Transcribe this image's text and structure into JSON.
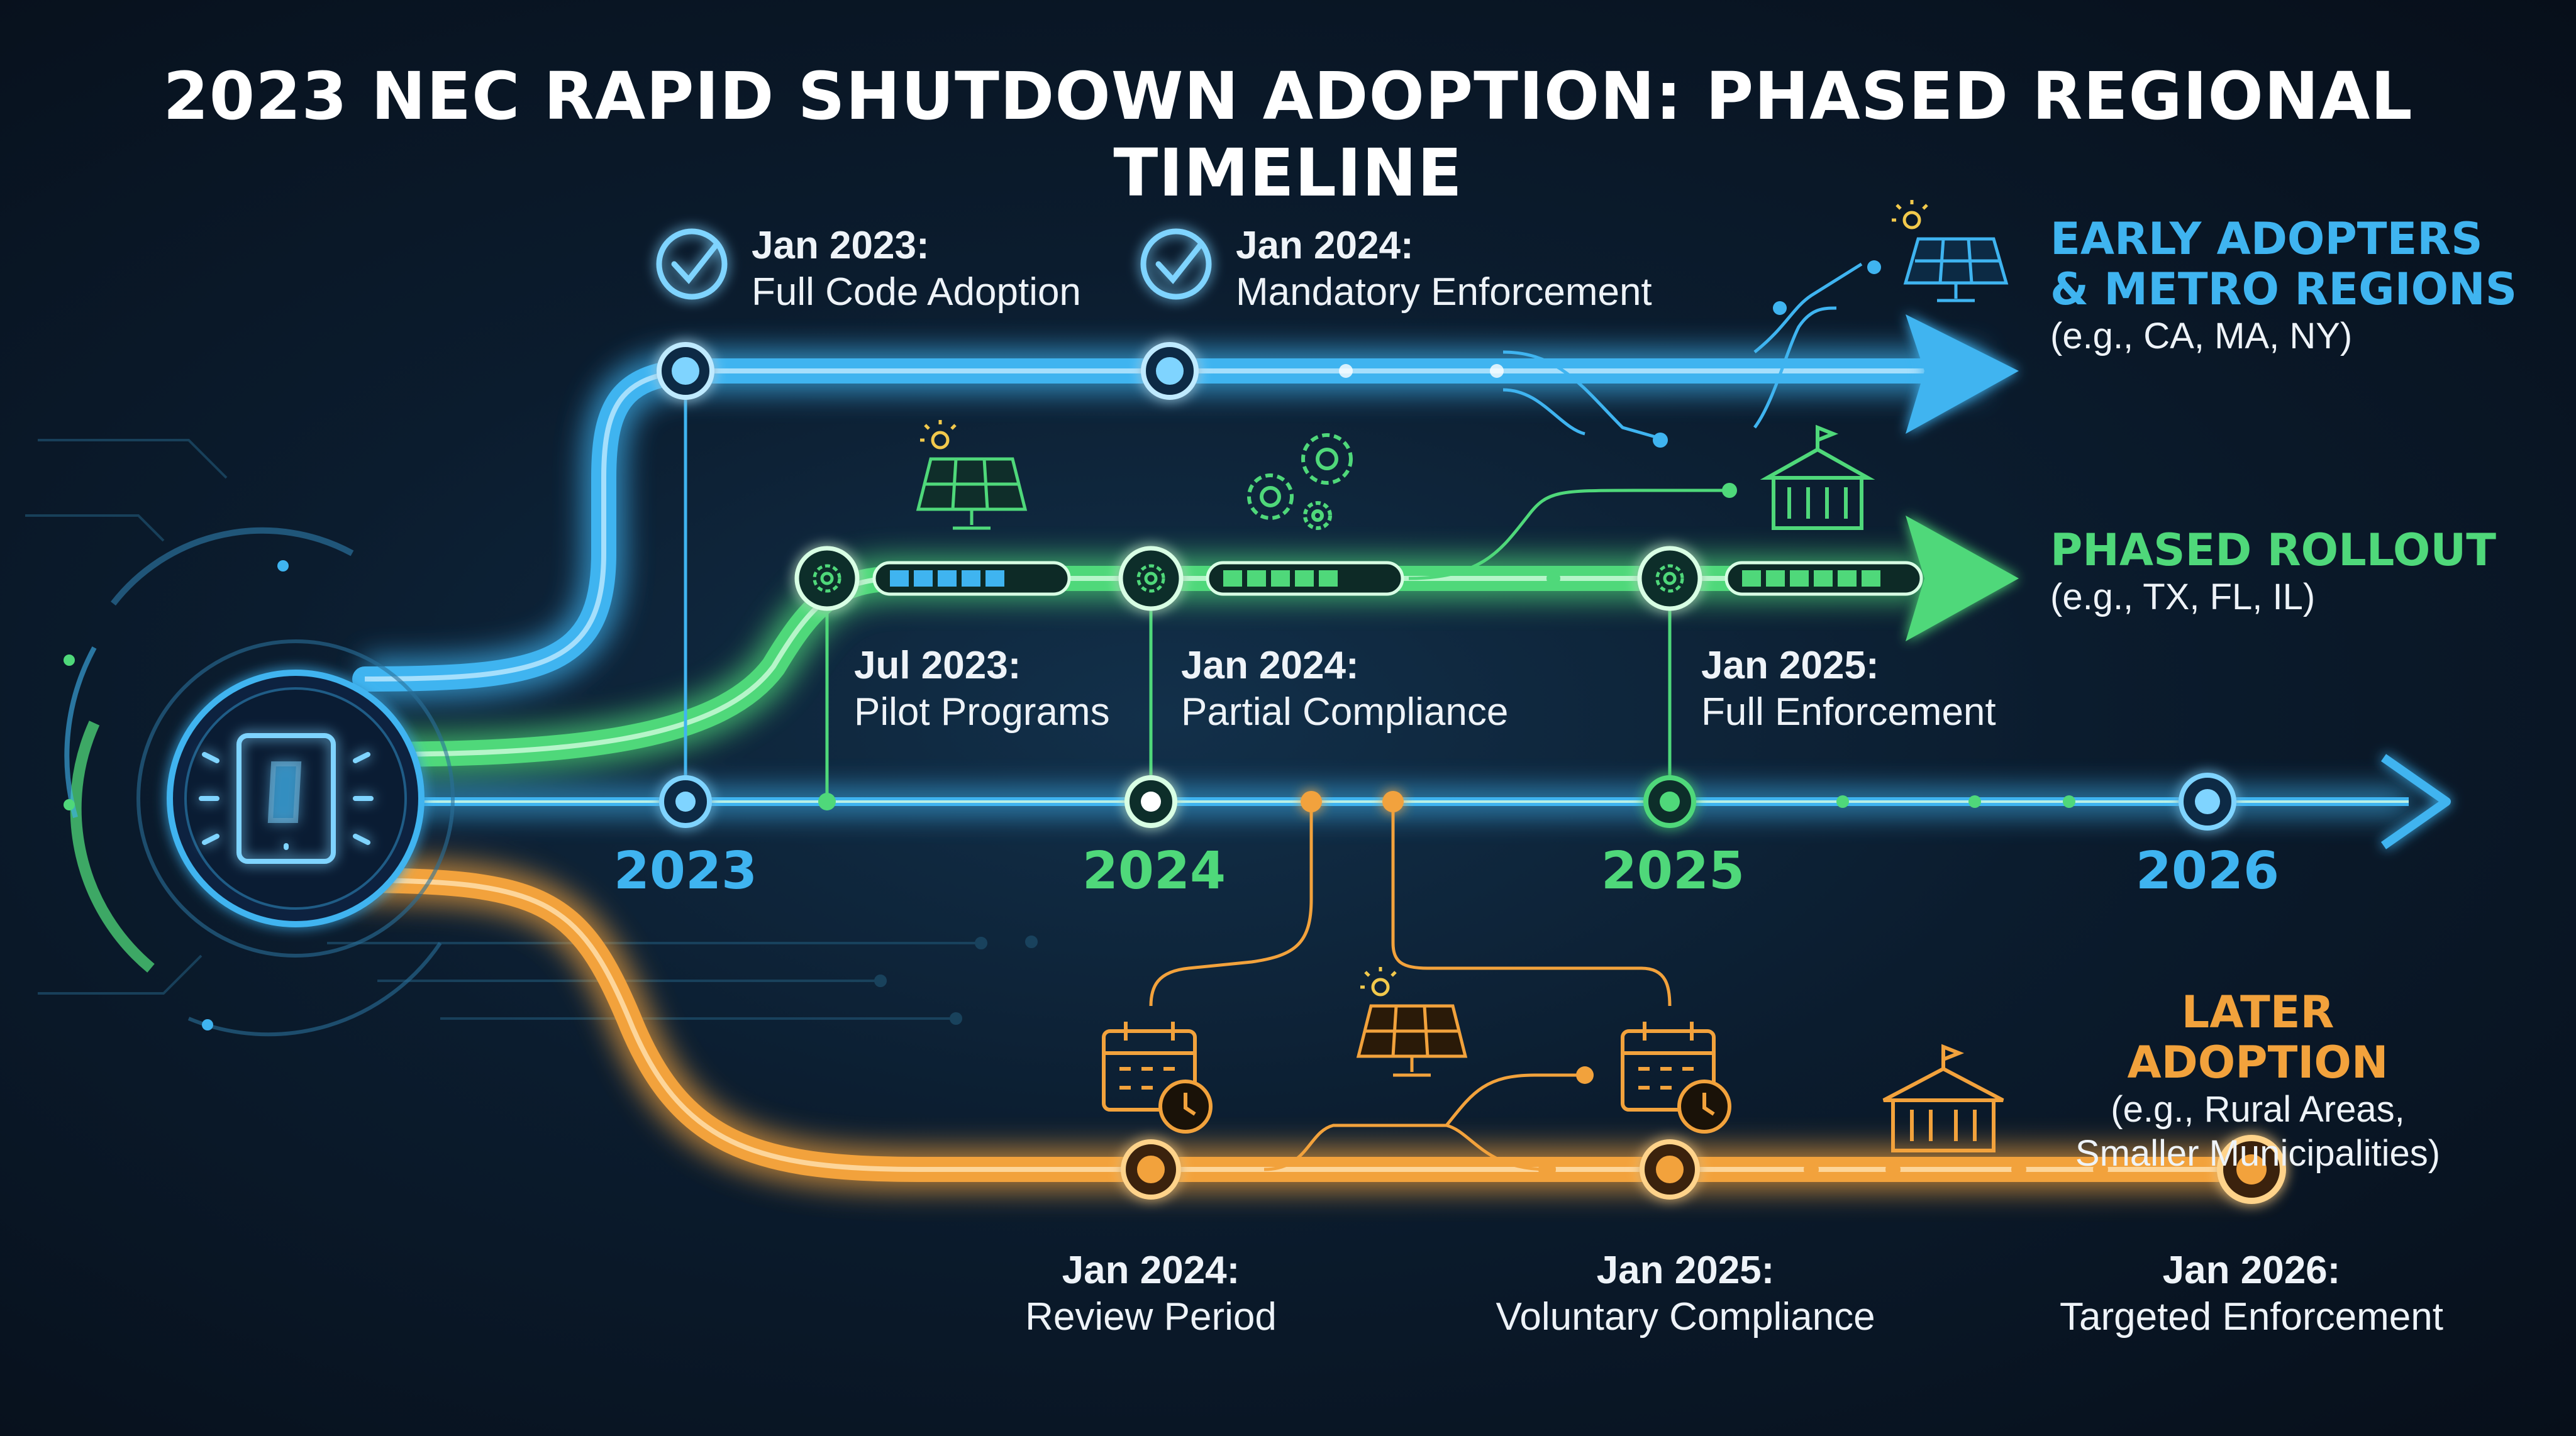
{
  "title": "2023 NEC RAPID SHUTDOWN ADOPTION: PHASED REGIONAL TIMELINE",
  "colors": {
    "blue": "#3fb4f0",
    "green": "#4fd87a",
    "orange": "#f2a23c",
    "background": "#0b1c2e",
    "text": "#eef3f8"
  },
  "groups": {
    "early": {
      "heading_line1": "EARLY ADOPTERS",
      "heading_line2": "& METRO REGIONS",
      "examples": "(e.g., CA, MA, NY)"
    },
    "phased": {
      "heading": "PHASED ROLLOUT",
      "examples": "(e.g., TX, FL, IL)"
    },
    "later": {
      "heading": "LATER ADOPTION",
      "examples_line1": "(e.g., Rural Areas,",
      "examples_line2": "Smaller Municipalities)"
    }
  },
  "years": [
    "2023",
    "2024",
    "2025",
    "2026"
  ],
  "milestones": {
    "early": [
      {
        "date": "Jan 2023:",
        "text": "Full Code Adoption"
      },
      {
        "date": "Jan 2024:",
        "text": "Mandatory Enforcement"
      }
    ],
    "phased": [
      {
        "date": "Jul 2023:",
        "text": "Pilot Programs"
      },
      {
        "date": "Jan 2024:",
        "text": "Partial Compliance"
      },
      {
        "date": "Jan 2025:",
        "text": "Full Enforcement"
      }
    ],
    "later": [
      {
        "date": "Jan 2024:",
        "text": "Review Period"
      },
      {
        "date": "Jan 2025:",
        "text": "Voluntary Compliance"
      },
      {
        "date": "Jan 2026:",
        "text": "Targeted Enforcement"
      }
    ]
  },
  "icons": {
    "hub": "rapid-shutdown-switch-icon",
    "early_milestones": "checkmark-circle-icon",
    "phased_milestones": "gear-icon",
    "later_milestones": "calendar-clock-icon",
    "panel": "solar-panel-icon",
    "building": "government-building-icon",
    "gears": "gears-cluster-icon"
  }
}
